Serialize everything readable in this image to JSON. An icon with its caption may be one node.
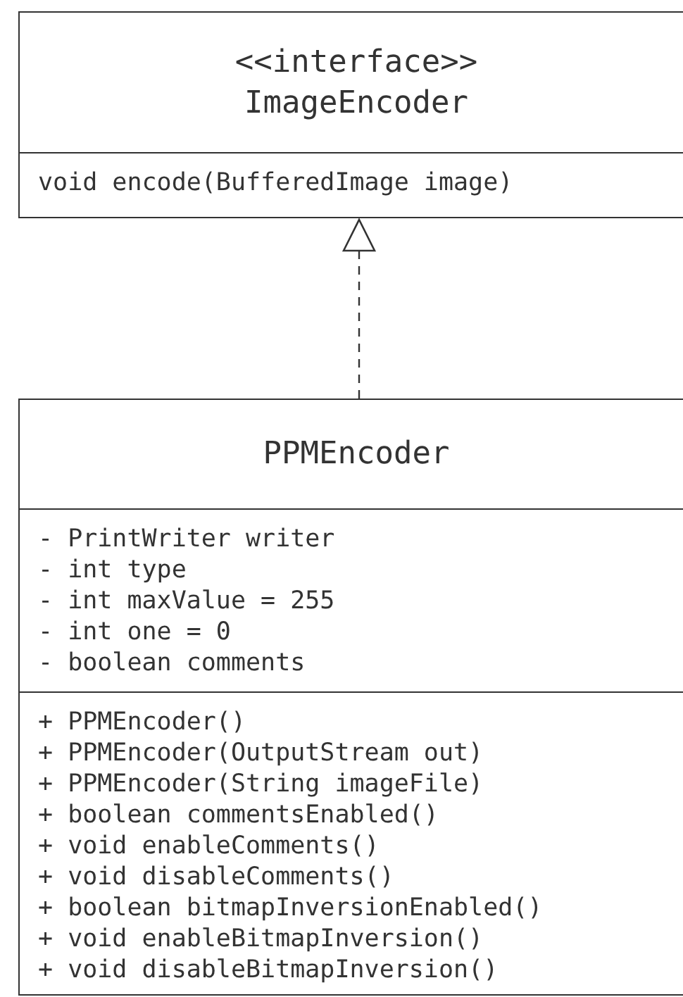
{
  "diagram": {
    "nodes": [
      {
        "text": [
          "<<interface>>",
          "ImageEncoder"
        ]
      },
      {
        "text": [
          "void encode(BufferedImage image)"
        ],
        "in": 0
      },
      {
        "text": [
          "PPMEncoder"
        ]
      },
      {
        "text": [
          "- PrintWriter writer",
          "- int type",
          "- int maxValue = 255",
          "- int one = 0",
          "- boolean comments"
        ],
        "in": 2
      },
      {
        "text": [
          "+ PPMEncoder()",
          "+ PPMEncoder(OutputStream out)",
          "+ PPMEncoder(String imageFile)",
          "+ boolean commentsEnabled()",
          "+ void enableComments()",
          "+ void disableComments()",
          "+ boolean bitmapInversionEnabled()",
          "+ void enableBitmapInversion()",
          "+ void disableBitmapInversion()"
        ],
        "in": 2
      }
    ],
    "edges": [
      {
        "from": 2,
        "to": 0,
        "arrow": "to",
        "style": "dashed"
      }
    ]
  }
}
